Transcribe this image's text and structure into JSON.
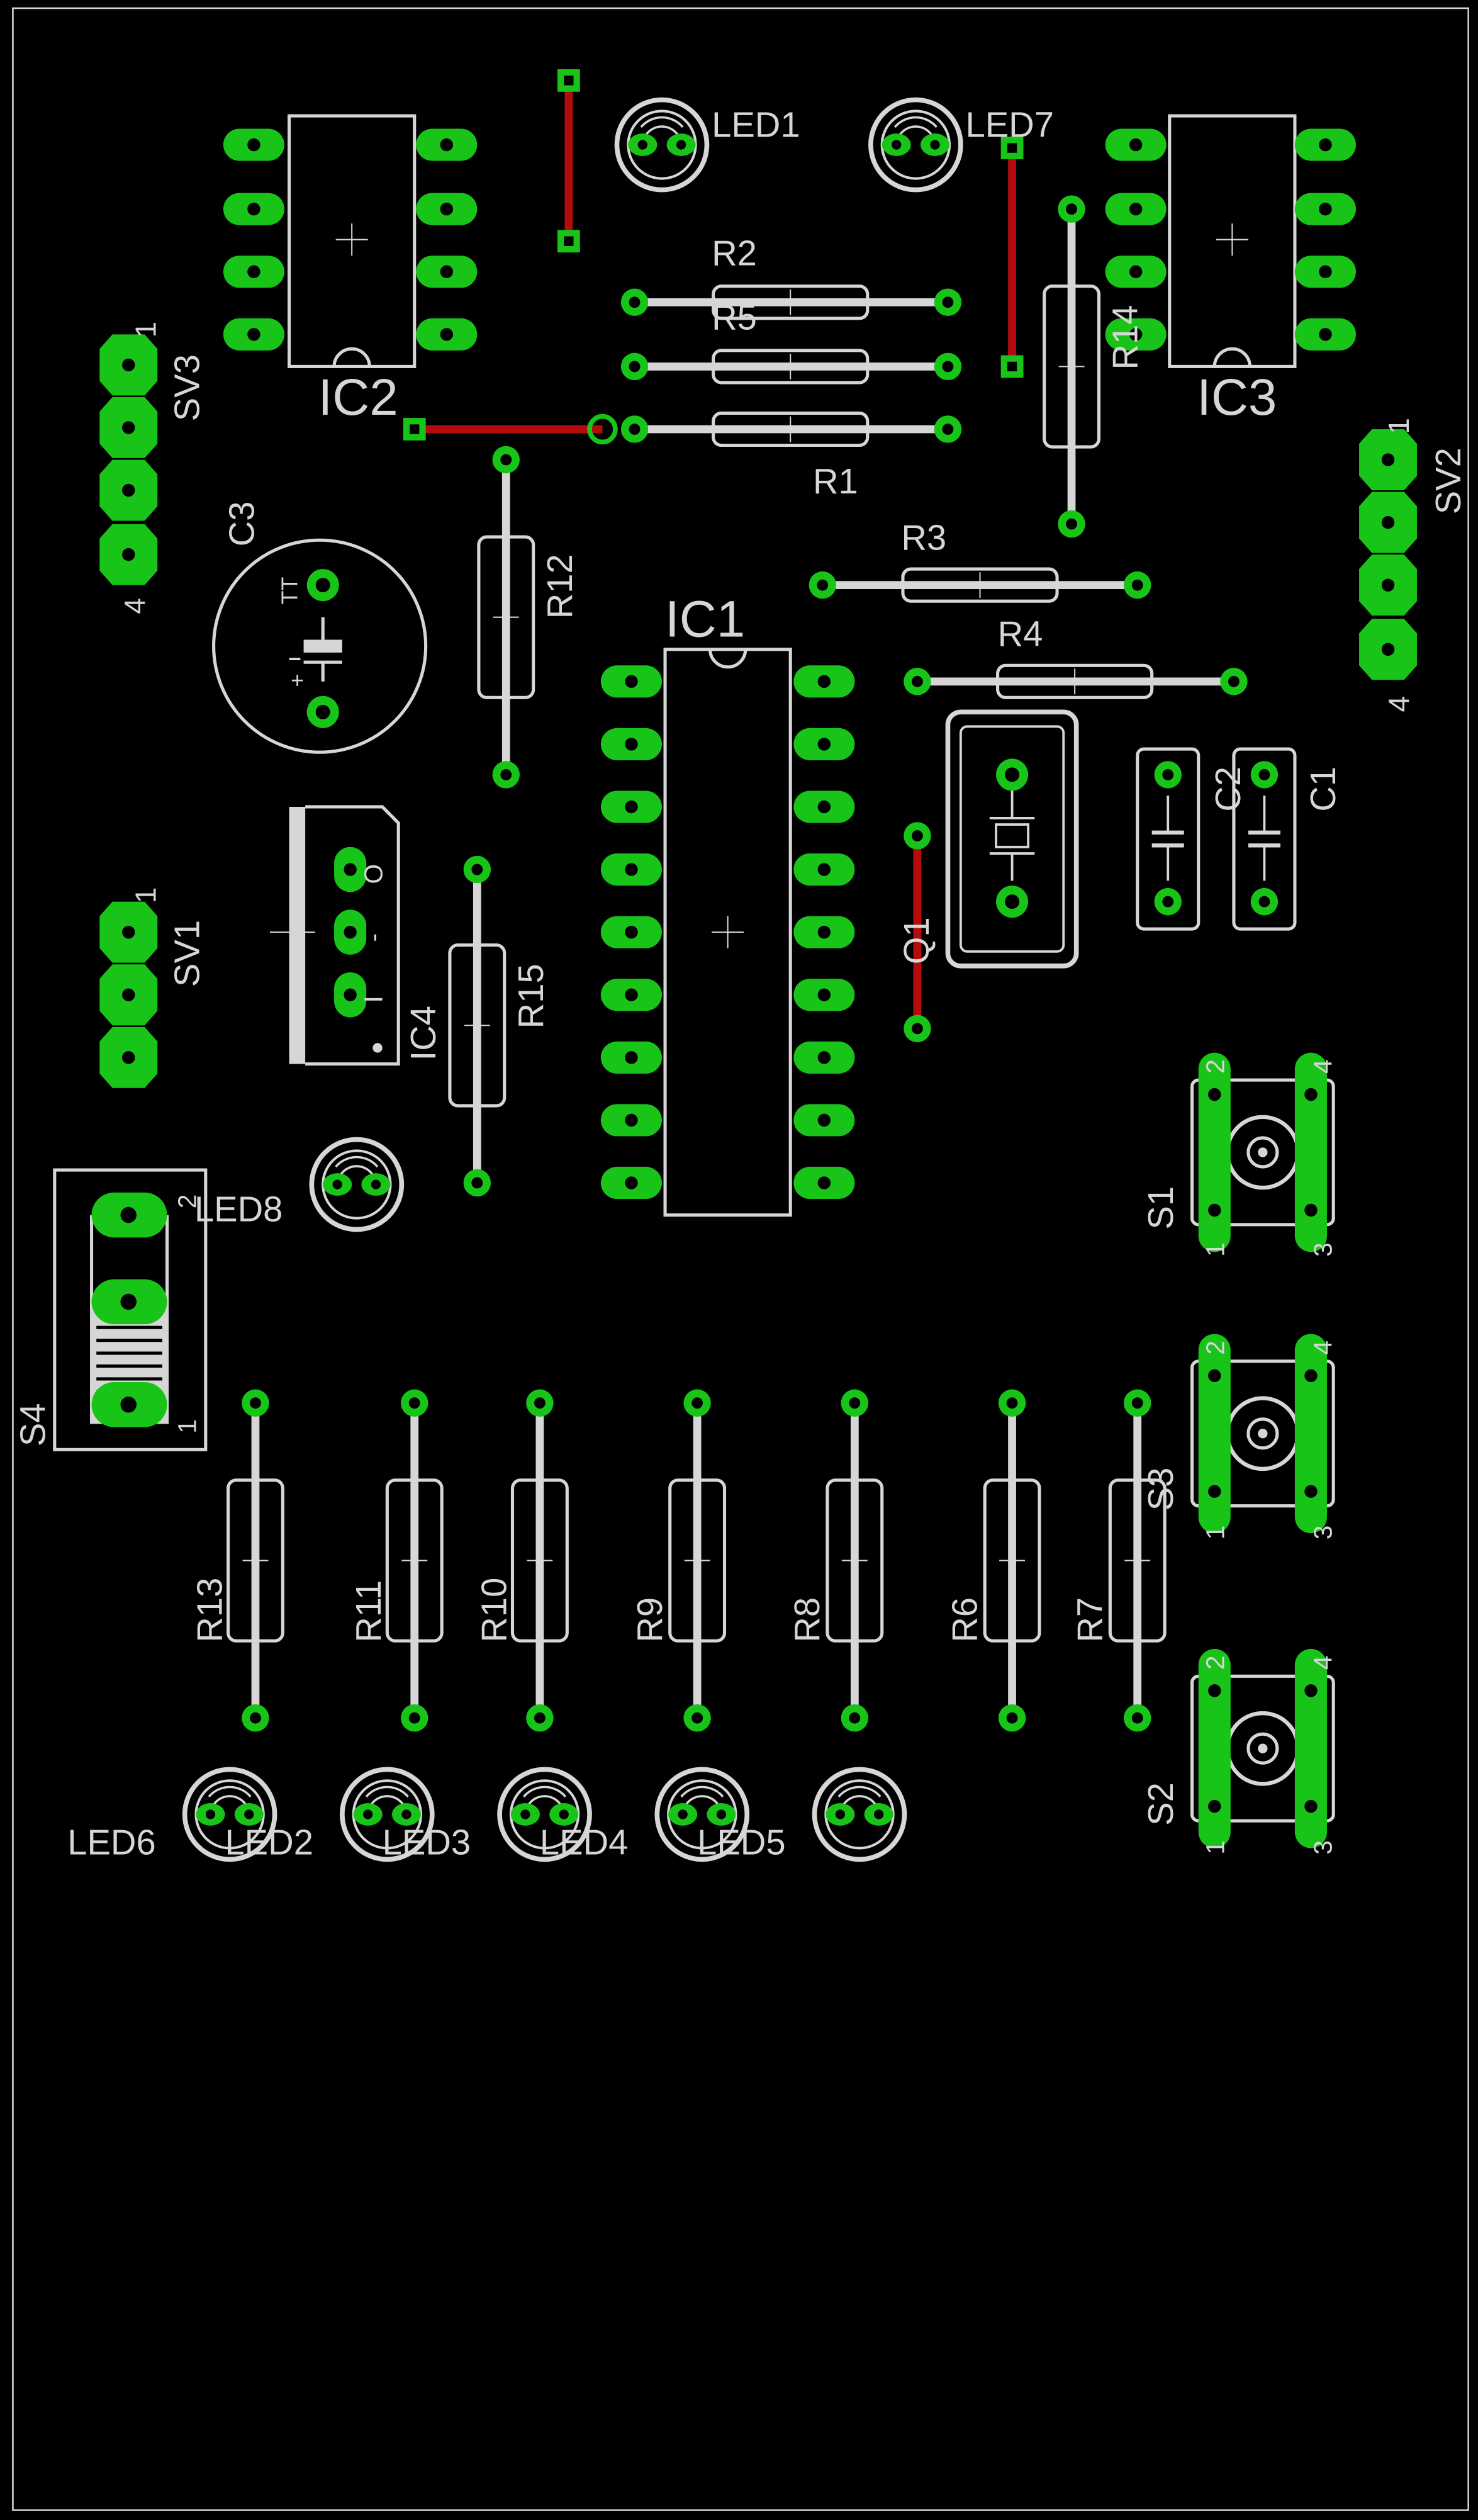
{
  "colors": {
    "background": "#000000",
    "silkscreen": "#d6d6d6",
    "pad": "#19c419",
    "drill": "#000000",
    "trace": "#b40c0c"
  },
  "labels": {
    "ic1": "IC1",
    "ic2": "IC2",
    "ic3": "IC3",
    "ic4": "IC4",
    "led1": "LED1",
    "led2": "LED2",
    "led3": "LED3",
    "led4": "LED4",
    "led5": "LED5",
    "led6": "LED6",
    "led7": "LED7",
    "led8": "LED8",
    "r1": "R1",
    "r2": "R2",
    "r3": "R3",
    "r4": "R4",
    "r5": "R5",
    "r6": "R6",
    "r7": "R7",
    "r8": "R8",
    "r9": "R9",
    "r10": "R10",
    "r11": "R11",
    "r12": "R12",
    "r13": "R13",
    "r14": "R14",
    "r15": "R15",
    "c1": "C1",
    "c2": "C2",
    "c3": "C3",
    "q1": "Q1",
    "s1": "S1",
    "s2": "S2",
    "s3": "S3",
    "s4": "S4",
    "sv1": "SV1",
    "sv2": "SV2",
    "sv3": "SV3",
    "pin_1": "1",
    "pin_2": "2",
    "pin_3": "3",
    "pin_4": "4",
    "ic4_pin_o": "O",
    "ic4_pin_g": "-",
    "ic4_pin_i": "I",
    "c3_mark": "TT",
    "c3_plus": "+"
  }
}
